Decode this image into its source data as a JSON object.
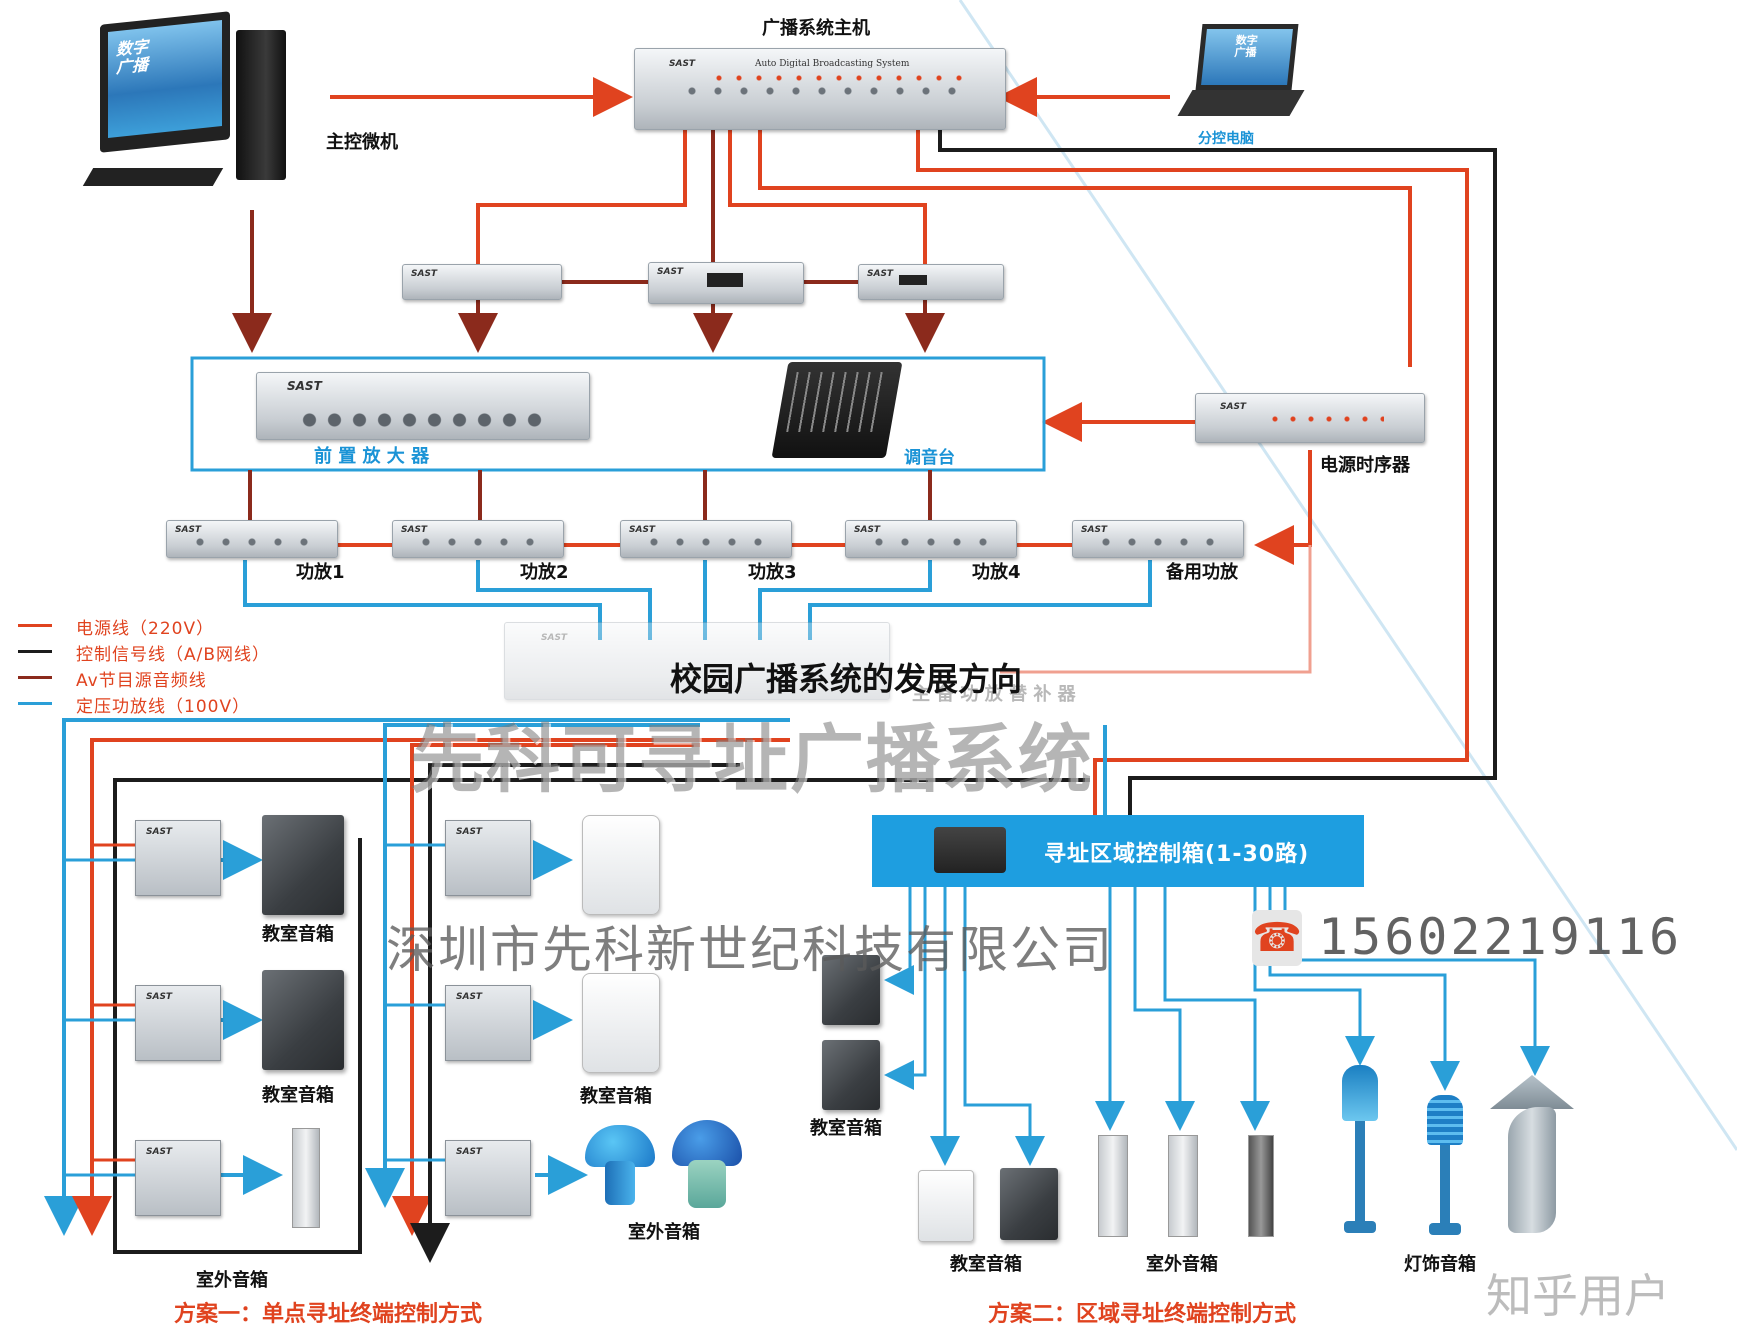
{
  "colors": {
    "power_line": "#e0431f",
    "control_line": "#1c1c1c",
    "audio_line": "#8b2a1c",
    "speaker_line": "#2a9fd8",
    "accent_blue": "#1e9ee0"
  },
  "labels": {
    "host": "广播系统主机",
    "host_panel": "Auto Digital Broadcasting System",
    "main_pc": "主控微机",
    "sub_pc": "分控电脑",
    "pc_screen": "数字广播",
    "preamp": "前 置 放 大 器",
    "mixer": "调音台",
    "timer": "电源时序器",
    "amp1": "功放1",
    "amp2": "功放2",
    "amp3": "功放3",
    "amp4": "功放4",
    "amp_spare": "备用功放",
    "backup": "主 备 功 放 替 补 器",
    "zone_box": "寻址区域控制箱(1-30路)",
    "brand": "SAST"
  },
  "legend": [
    {
      "text": "电源线（220V）",
      "color": "#e0431f"
    },
    {
      "text": "控制信号线（A/B网线）",
      "color": "#1c1c1c"
    },
    {
      "text": "Av节目源音频线",
      "color": "#8b2a1c"
    },
    {
      "text": "定压功放线（100V）",
      "color": "#2a9fd8"
    }
  ],
  "speakers": {
    "classroom": "教室音箱",
    "outdoor": "室外音箱",
    "lamp": "灯饰音箱"
  },
  "schemes": {
    "one": "方案一：单点寻址终端控制方式",
    "two": "方案二：区域寻址终端控制方式"
  },
  "overlay": {
    "title": "校园广播系统的发展方向",
    "watermark": "先科可寻址广播系统",
    "company": "深圳市先科新世纪科技有限公司",
    "phone": "15602219116",
    "user": "知乎用户"
  }
}
